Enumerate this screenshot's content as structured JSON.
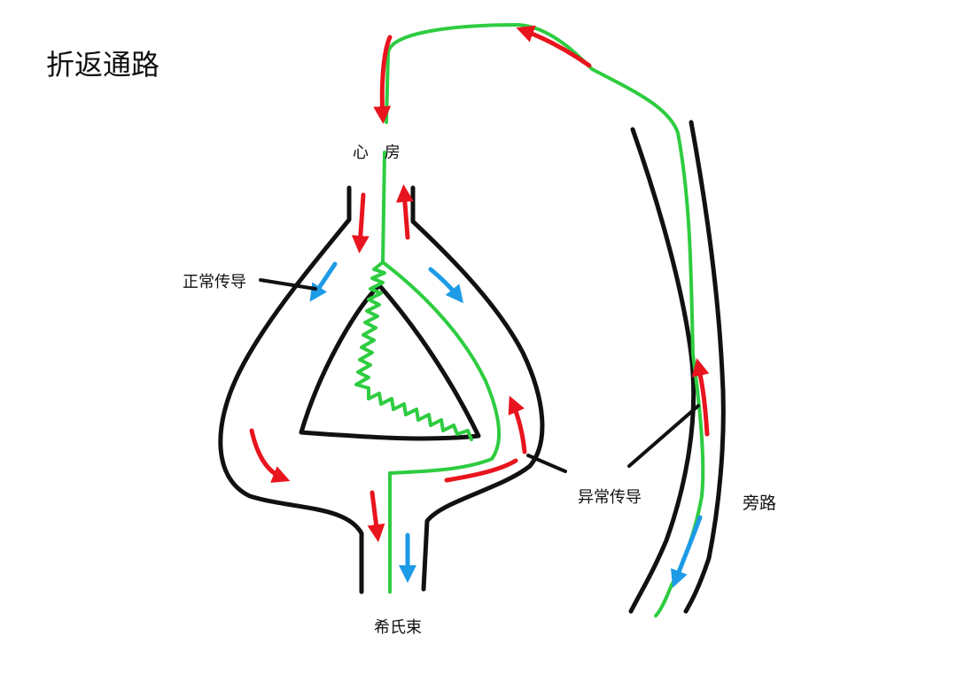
{
  "diagram": {
    "title": "折返通路",
    "labels": {
      "atrium": "心 房",
      "his_bundle": "希氏束",
      "normal_conduction": "正常传导",
      "abnormal_conduction": "异常传导",
      "bypass_tract": "旁路"
    },
    "colors": {
      "wall": "#111111",
      "excitation_path": "#2ecc40",
      "retrograde_arrow": "#e8141e",
      "antegrade_arrow": "#1e9be6"
    }
  }
}
